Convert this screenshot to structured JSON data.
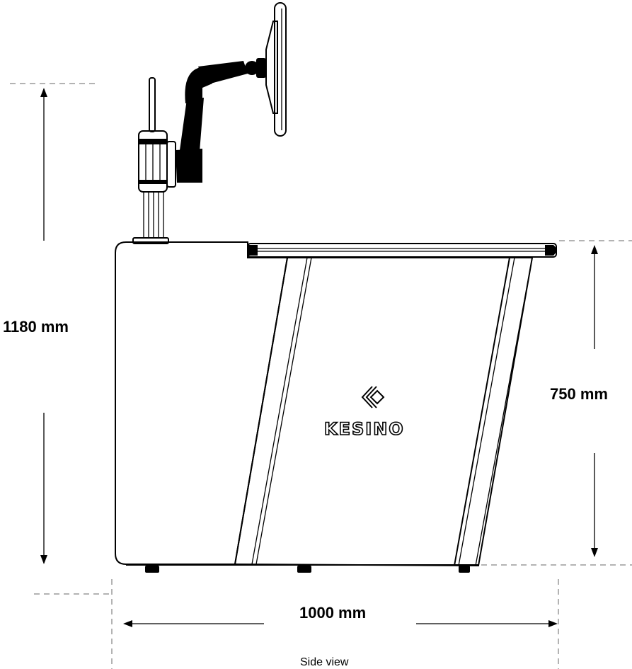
{
  "dimensions": {
    "total_height": "1180 mm",
    "desk_height": "750 mm",
    "width": "1000 mm"
  },
  "brand": {
    "name": "KESINO",
    "logo_icon": "kesino-chevron-logo-icon"
  },
  "caption": "Side view",
  "colors": {
    "ink": "#000000",
    "guide": "#9a9a9a",
    "background": "#ffffff"
  }
}
